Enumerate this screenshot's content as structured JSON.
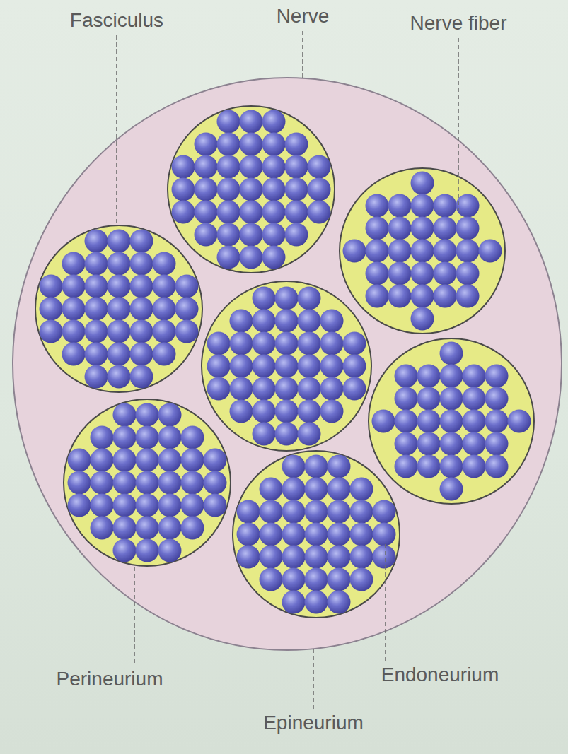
{
  "diagram": {
    "labels": [
      "Nerve",
      "Fasciculus",
      "Nerve fiber",
      "Perineurium",
      "Endoneurium",
      "Epineurium"
    ]
  }
}
